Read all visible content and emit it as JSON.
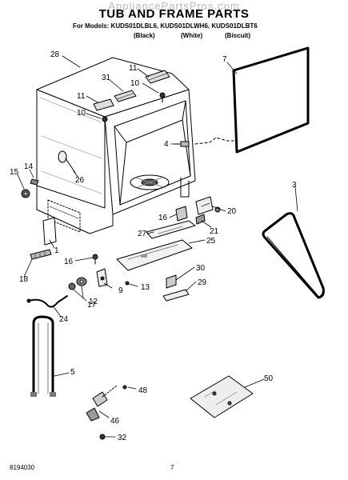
{
  "watermark": "AppliancePartsPros.com",
  "title": "TUB AND FRAME PARTS",
  "models_line": "For Models: KUDS01DLBL6, KUDS01DLWH6, KUDS01DLBT6",
  "colors": [
    "(Black)",
    "(White)",
    "(Biscuit)"
  ],
  "callouts": [
    "28",
    "7",
    "31",
    "11",
    "10",
    "11",
    "10",
    "4",
    "3",
    "15",
    "14",
    "26",
    "20",
    "16",
    "21",
    "27",
    "25",
    "1",
    "16",
    "18",
    "30",
    "9",
    "13",
    "17",
    "29",
    "12",
    "24",
    "5",
    "50",
    "48",
    "46",
    "32"
  ],
  "footer": {
    "doc_number": "8194030",
    "page_number": "7"
  }
}
